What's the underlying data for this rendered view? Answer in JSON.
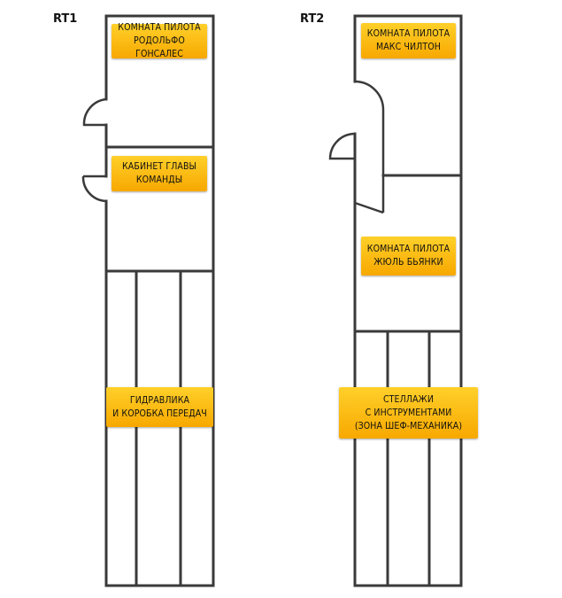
{
  "colors": {
    "wall": "#3a3a3a",
    "label_top": "#ffd02a",
    "label_bottom": "#f7a800",
    "text": "#111111"
  },
  "rt1": {
    "title": "RT1",
    "pilot_room": "КОМНАТА ПИЛОТА\nРОДОЛЬФО ГОНСАЛЕС",
    "team_principal_office": "КАБИНЕТ ГЛАВЫ\nКОМАНДЫ",
    "hydraulics_gearbox": "ГИДРАВЛИКА\nИ КОРОБКА ПЕРЕДАЧ"
  },
  "rt2": {
    "title": "RT2",
    "pilot_room_chilton": "КОМНАТА ПИЛОТА\nМАКС ЧИЛТОН",
    "pilot_room_bianchi": "КОМНАТА ПИЛОТА\nЖЮЛЬ БЬЯНКИ",
    "tool_racks": "СТЕЛЛАЖИ\nС ИНСТРУМЕНТАМИ\n(ЗОНА ШЕФ-МЕХАНИКА)"
  }
}
